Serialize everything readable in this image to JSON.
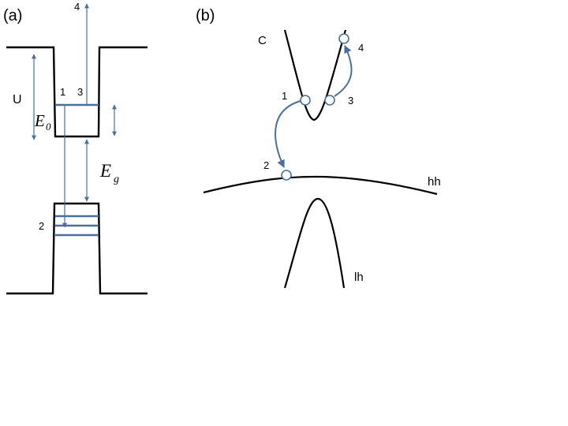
{
  "panel_a": {
    "label": "(a)",
    "barrier_label": "U",
    "e0_label": "E",
    "e0_subscript": "0",
    "eg_label": "E",
    "eg_subscript": "g",
    "level_labels": [
      "1",
      "3",
      "2",
      "4"
    ]
  },
  "panel_b": {
    "label": "(b)",
    "conduction_label": "C",
    "heavy_hole_label": "hh",
    "light_hole_label": "lh",
    "point_labels": [
      "1",
      "3",
      "2",
      "4"
    ]
  },
  "colors": {
    "line": "#000000",
    "accent": "#4a6f9c",
    "point_fill": "#ffffff"
  }
}
